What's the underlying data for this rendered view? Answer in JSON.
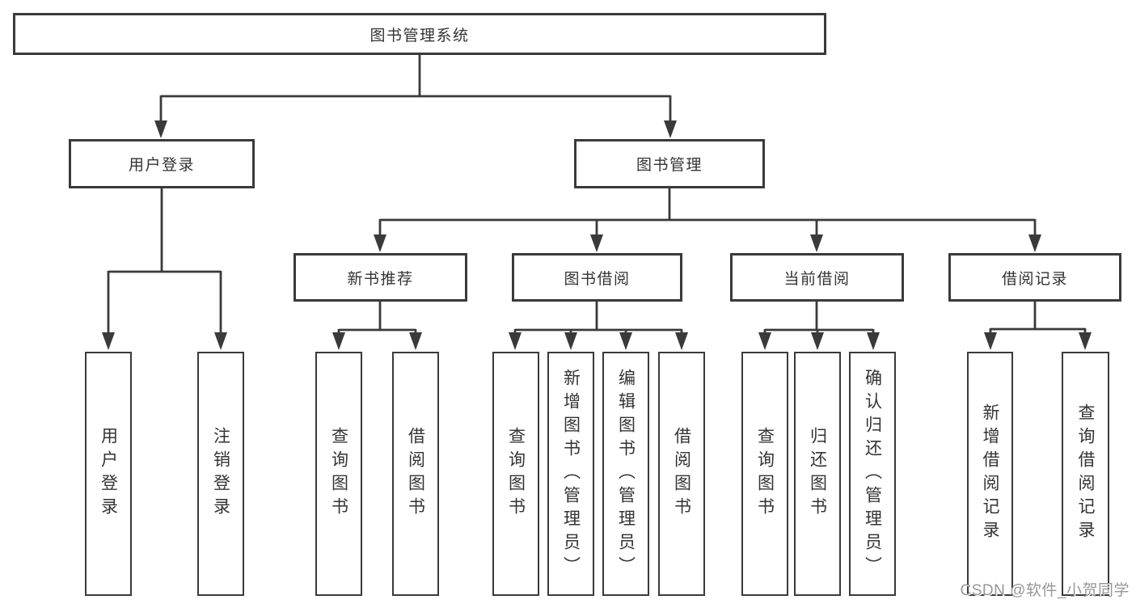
{
  "diagram_type": "hierarchy-tree",
  "colors": {
    "background": "#ffffff",
    "border": "#3a3a3a",
    "line": "#3a3a3a",
    "text": "#333333",
    "watermark": "#979797"
  },
  "tree": {
    "label": "图书管理系统",
    "children": [
      {
        "label": "用户登录",
        "children": [
          {
            "label": "用户登录"
          },
          {
            "label": "注销登录"
          }
        ]
      },
      {
        "label": "图书管理",
        "children": [
          {
            "label": "新书推荐",
            "children": [
              {
                "label": "查询图书"
              },
              {
                "label": "借阅图书"
              }
            ]
          },
          {
            "label": "图书借阅",
            "children": [
              {
                "label": "查询图书"
              },
              {
                "label": "新增图书（管理员）"
              },
              {
                "label": "编辑图书（管理员）"
              },
              {
                "label": "借阅图书"
              }
            ]
          },
          {
            "label": "当前借阅",
            "children": [
              {
                "label": "查询图书"
              },
              {
                "label": "归还图书"
              },
              {
                "label": "确认归还（管理员）"
              }
            ]
          },
          {
            "label": "借阅记录",
            "children": [
              {
                "label": "新增借阅记录"
              },
              {
                "label": "查询借阅记录"
              }
            ]
          }
        ]
      }
    ]
  },
  "watermark": {
    "text": "CSDN @软件_小贺同学"
  }
}
